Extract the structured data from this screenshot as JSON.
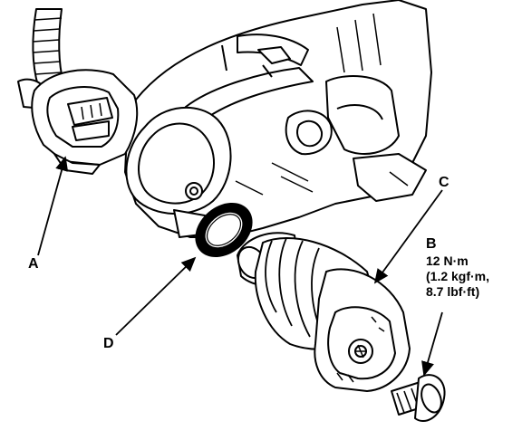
{
  "callouts": {
    "a": "A",
    "b": "B",
    "c": "C",
    "d": "D"
  },
  "torque_spec": {
    "line1": "12 N·m",
    "line2": "(1.2 kgf·m,",
    "line3": "8.7 lbf·ft)"
  }
}
